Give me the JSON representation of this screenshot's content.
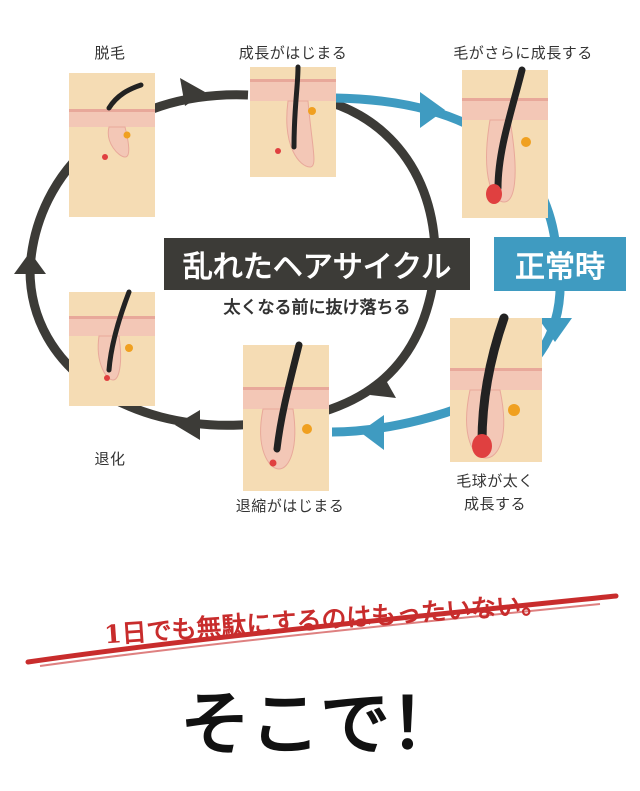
{
  "stages": {
    "growth_start": "成長がはじまる",
    "hair_grows": "毛がさらに成長する",
    "bulb_grows_line1": "毛球が太く",
    "bulb_grows_line2": "成長する",
    "regression_start": "退縮がはじまる",
    "regression": "退化",
    "shedding": "脱毛"
  },
  "cycles": {
    "disrupted": "乱れたヘアサイクル",
    "disrupted_sub": "太くなる前に抜け落ちる",
    "normal": "正常時"
  },
  "tagline": "1日でも無駄にするのはもったいない。",
  "closing": "そこで！",
  "colors": {
    "normal_cycle": "#3f9bc1",
    "disrupted_cycle": "#3c3b37",
    "accent_red": "#c82c2c",
    "skin_base": "#f5dcb4",
    "skin_top": "#f3c7b6"
  }
}
